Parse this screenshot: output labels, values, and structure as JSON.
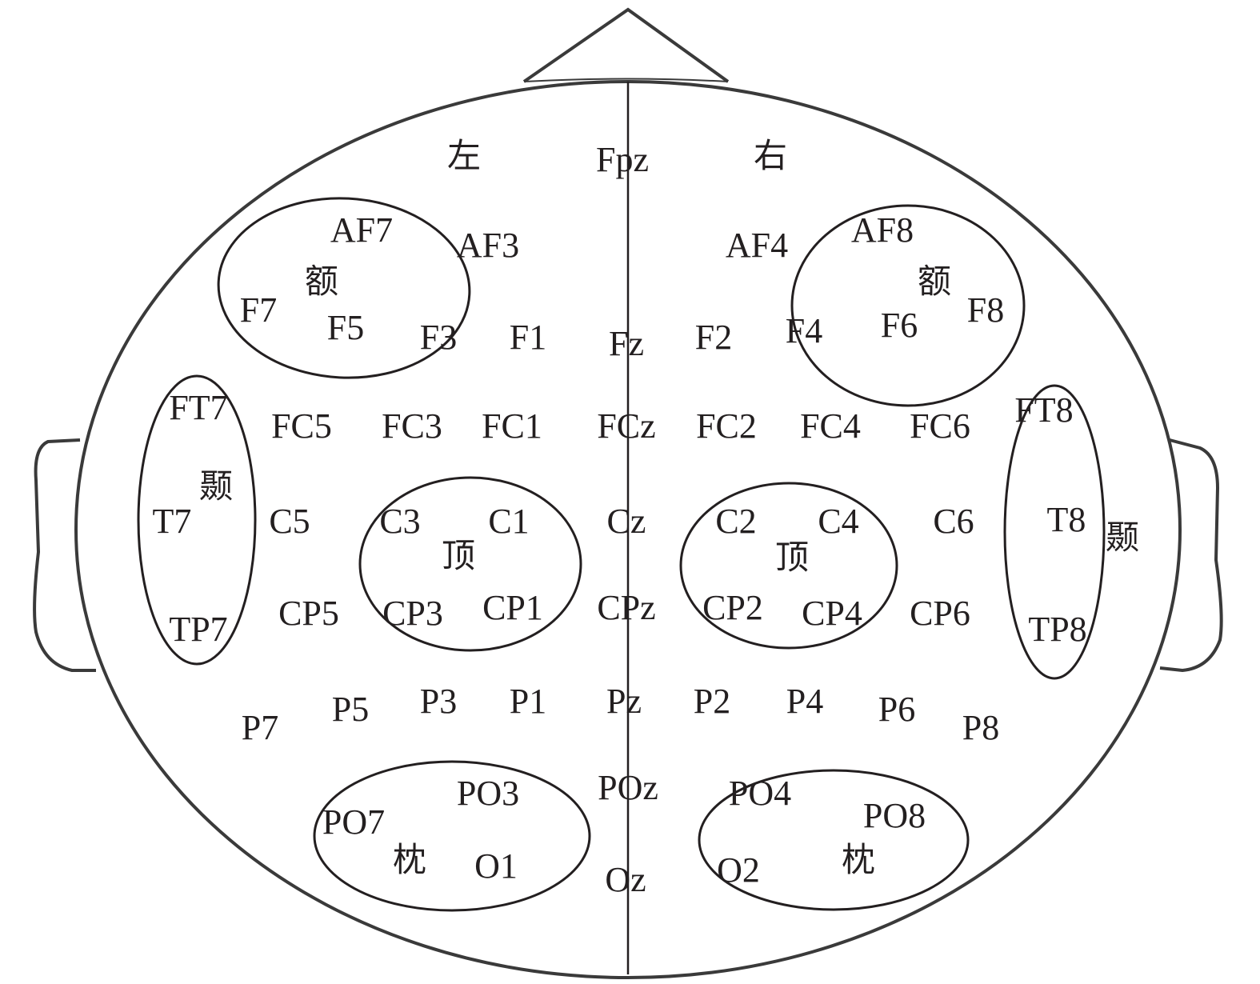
{
  "sides": {
    "left": "左",
    "right": "右"
  },
  "regions": {
    "frontal_left": "额",
    "frontal_right": "额",
    "temporal_left": "颞",
    "temporal_right": "颞",
    "parietal_left": "顶",
    "parietal_right": "顶",
    "occipital_left": "枕",
    "occipital_right": "枕"
  },
  "electrodes": [
    "Fpz",
    "AF7",
    "AF3",
    "AF4",
    "AF8",
    "F7",
    "F5",
    "F3",
    "F1",
    "Fz",
    "F2",
    "F4",
    "F6",
    "F8",
    "FT7",
    "FC5",
    "FC3",
    "FC1",
    "FCz",
    "FC2",
    "FC4",
    "FC6",
    "FT8",
    "T7",
    "C5",
    "C3",
    "C1",
    "Cz",
    "C2",
    "C4",
    "C6",
    "T8",
    "TP7",
    "CP5",
    "CP3",
    "CP1",
    "CPz",
    "CP2",
    "CP4",
    "CP6",
    "TP8",
    "P7",
    "P5",
    "P3",
    "P1",
    "Pz",
    "P2",
    "P4",
    "P6",
    "P8",
    "PO7",
    "PO3",
    "POz",
    "PO4",
    "PO8",
    "O1",
    "Oz",
    "O2"
  ],
  "colors": {
    "stroke": "#3a3a3a",
    "text": "#231f20"
  }
}
